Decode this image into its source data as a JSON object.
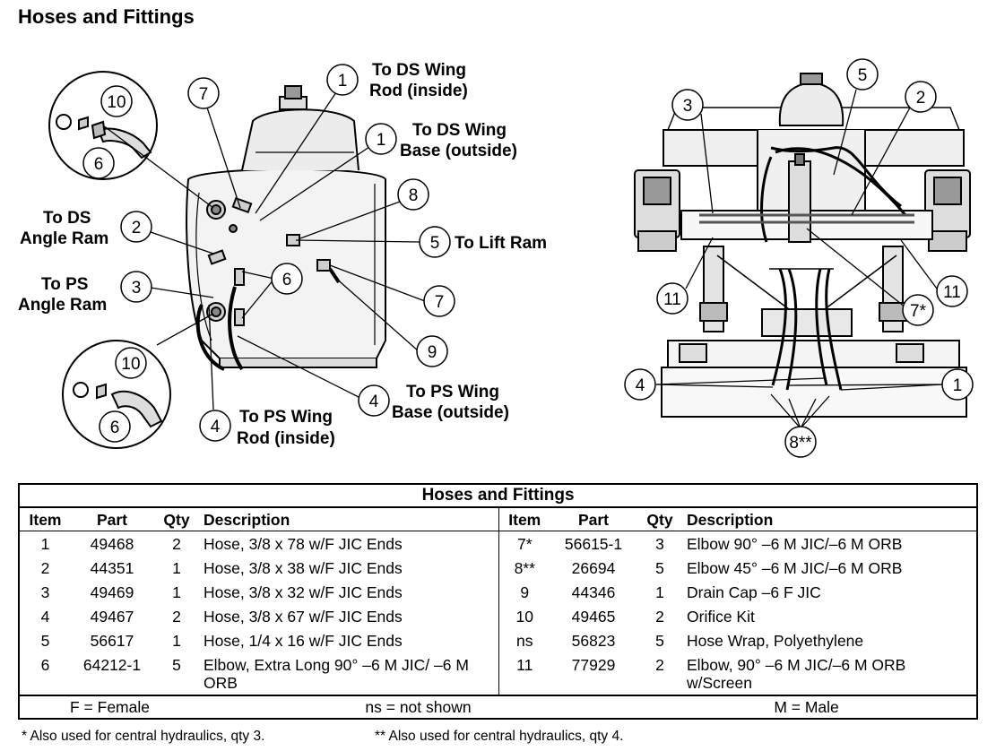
{
  "page": {
    "title": "Hoses and Fittings"
  },
  "diagram_labels": {
    "ds_wing_rod": [
      "To DS Wing",
      "Rod (inside)"
    ],
    "ds_wing_base": [
      "To DS Wing",
      "Base (outside)"
    ],
    "ds_angle_ram": [
      "To DS",
      "Angle Ram"
    ],
    "ps_angle_ram": [
      "To PS",
      "Angle Ram"
    ],
    "lift_ram": "To Lift Ram",
    "ps_wing_base": [
      "To PS Wing",
      "Base (outside)"
    ],
    "ps_wing_rod": [
      "To PS Wing",
      "Rod (inside)"
    ]
  },
  "callouts_left": [
    "10",
    "6",
    "7",
    "1",
    "1",
    "8",
    "2",
    "5",
    "3",
    "6",
    "7",
    "9",
    "10",
    "6",
    "4",
    "4"
  ],
  "callouts_right": [
    "3",
    "5",
    "2",
    "11",
    "7*",
    "11",
    "4",
    "1",
    "8**"
  ],
  "table": {
    "caption": "Hoses and Fittings",
    "headers": [
      "Item",
      "Part",
      "Qty",
      "Description"
    ],
    "rows": [
      {
        "left": [
          "1",
          "49468",
          "2",
          "Hose, 3/8 x 78 w/F JIC Ends"
        ],
        "right": [
          "7*",
          "56615-1",
          "3",
          "Elbow 90° –6 M JIC/–6 M ORB"
        ]
      },
      {
        "left": [
          "2",
          "44351",
          "1",
          "Hose, 3/8 x 38 w/F JIC Ends"
        ],
        "right": [
          "8**",
          "26694",
          "5",
          "Elbow 45° –6 M JIC/–6 M ORB"
        ]
      },
      {
        "left": [
          "3",
          "49469",
          "1",
          "Hose, 3/8 x 32 w/F JIC Ends"
        ],
        "right": [
          "9",
          "44346",
          "1",
          "Drain Cap –6 F JIC"
        ]
      },
      {
        "left": [
          "4",
          "49467",
          "2",
          "Hose, 3/8 x 67 w/F JIC Ends"
        ],
        "right": [
          "10",
          "49465",
          "2",
          "Orifice Kit"
        ]
      },
      {
        "left": [
          "5",
          "56617",
          "1",
          "Hose, 1/4 x 16 w/F JIC Ends"
        ],
        "right": [
          "ns",
          "56823",
          "5",
          "Hose Wrap, Polyethylene"
        ]
      },
      {
        "left": [
          "6",
          "64212-1",
          "5",
          "Elbow, Extra Long 90° –6 M JIC/ –6 M ORB"
        ],
        "right": [
          "11",
          "77929",
          "2",
          "Elbow, 90° –6 M JIC/–6 M ORB w/Screen"
        ]
      }
    ],
    "legend": [
      "F = Female",
      "ns = not shown",
      "M = Male"
    ]
  },
  "footnotes": [
    "*  Also used for central hydraulics, qty 3.",
    "**  Also used for central hydraulics, qty 4."
  ]
}
